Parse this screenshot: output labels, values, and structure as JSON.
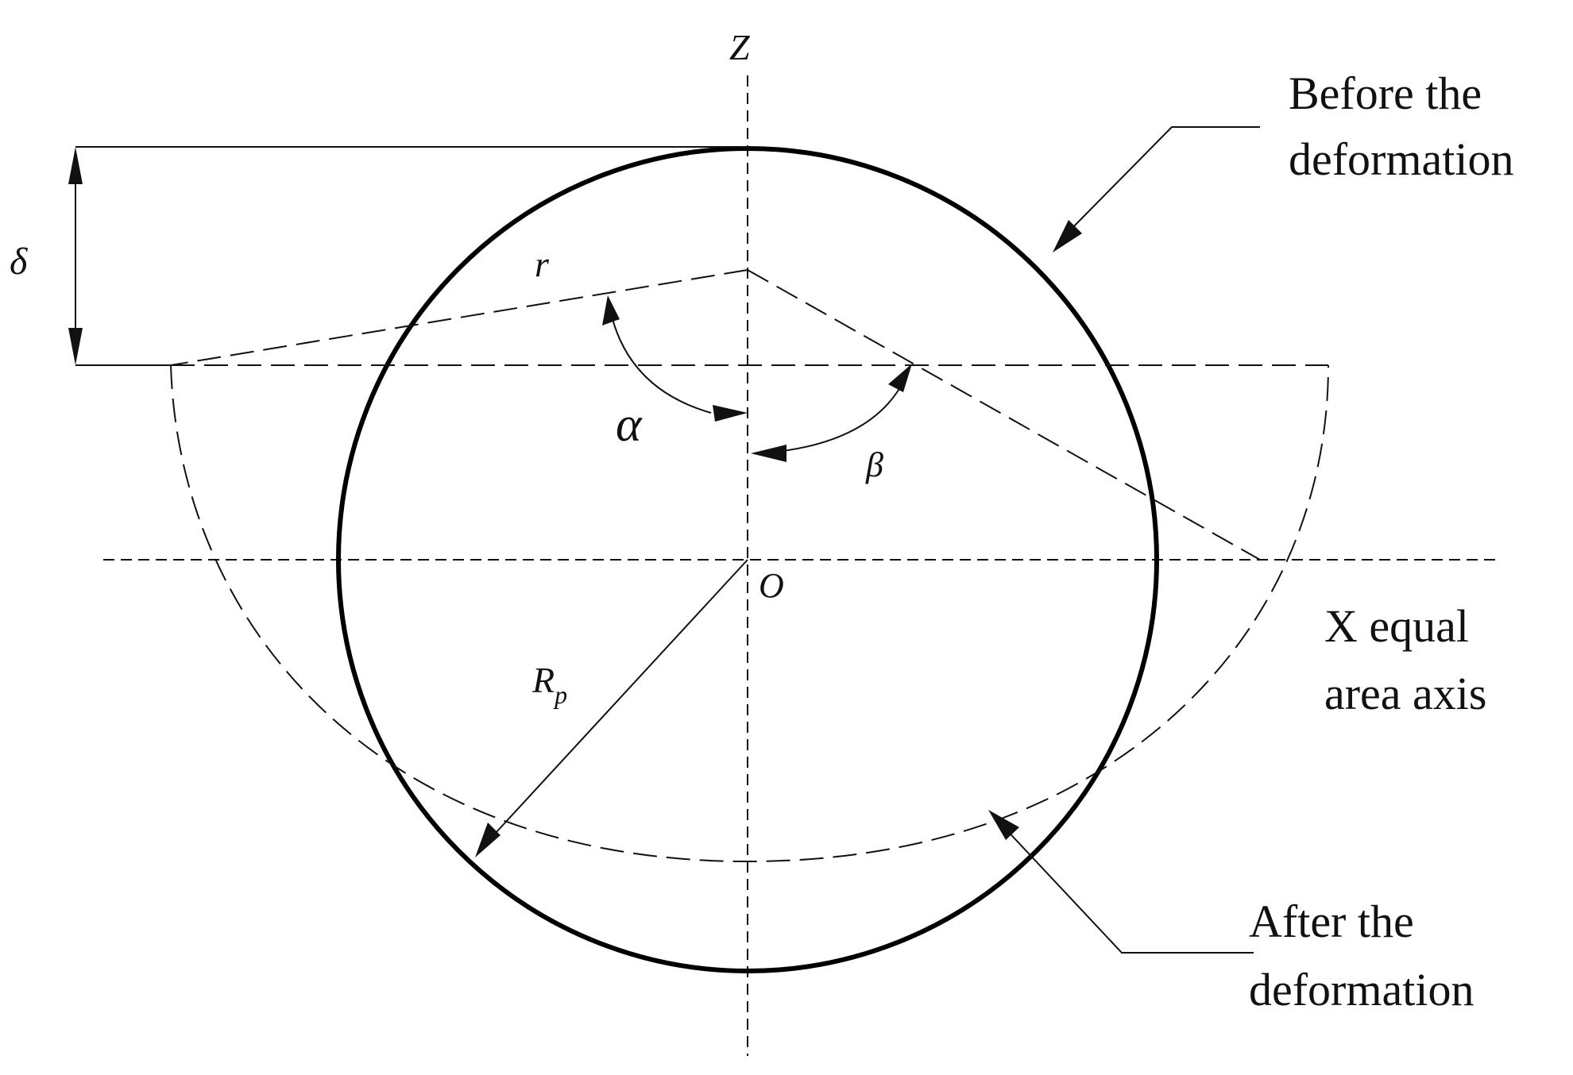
{
  "labels": {
    "z_axis": "Z",
    "origin": "O",
    "delta": "δ",
    "r": "r",
    "alpha": "α",
    "beta": "β",
    "rp_main": "R",
    "rp_sub": "p",
    "before_line1": "Before the",
    "before_line2": "deformation",
    "x_axis_line1": "X equal",
    "x_axis_line2": "area axis",
    "after_line1": "After the",
    "after_line2": "deformation"
  },
  "colors": {
    "ink": "#111111",
    "background": "#ffffff"
  }
}
